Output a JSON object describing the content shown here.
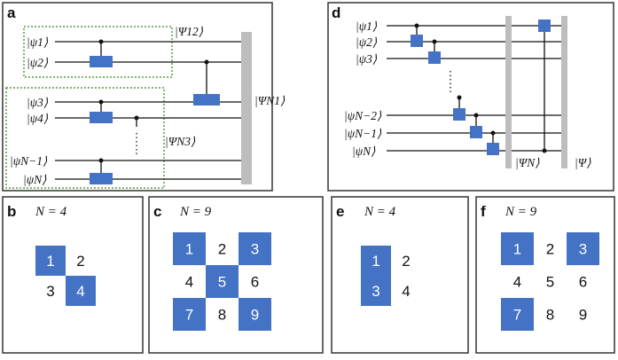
{
  "panels": {
    "a": {
      "label": "a",
      "kets": [
        "|ψ1⟩",
        "|ψ2⟩",
        "|ψ3⟩",
        "|ψ4⟩",
        "|ψN−1⟩",
        "|ψN⟩"
      ],
      "group_labels": [
        "|Ψ12⟩",
        "|ΨN3⟩",
        "|ΨN1⟩"
      ]
    },
    "d": {
      "label": "d",
      "kets": [
        "|ψ1⟩",
        "|ψ2⟩",
        "|ψ3⟩",
        "|ψN−2⟩",
        "|ψN−1⟩",
        "|ψN⟩"
      ],
      "group_labels": [
        "|ΨN⟩",
        "|Ψ⟩"
      ]
    },
    "b": {
      "label": "b",
      "title": "N = 4",
      "cells": [
        "1",
        "2",
        "3",
        "4"
      ],
      "active": [
        true,
        false,
        false,
        true
      ]
    },
    "c": {
      "label": "c",
      "title": "N = 9",
      "cells": [
        "1",
        "2",
        "3",
        "4",
        "5",
        "6",
        "7",
        "8",
        "9"
      ],
      "active": [
        true,
        false,
        true,
        false,
        true,
        false,
        true,
        false,
        true
      ]
    },
    "e": {
      "label": "e",
      "title": "N = 4",
      "cells": [
        "1",
        "2",
        "3",
        "4"
      ],
      "active": [
        true,
        false,
        true,
        false
      ]
    },
    "f": {
      "label": "f",
      "title": "N = 9",
      "cells": [
        "1",
        "2",
        "3",
        "4",
        "5",
        "6",
        "7",
        "8",
        "9"
      ],
      "active": [
        true,
        false,
        true,
        false,
        false,
        false,
        true,
        false,
        false
      ]
    }
  },
  "colors": {
    "gate": "#4472c4",
    "group_box": "#5a9a3c",
    "barrier": "#bdbdbd",
    "frame": "#333333"
  }
}
